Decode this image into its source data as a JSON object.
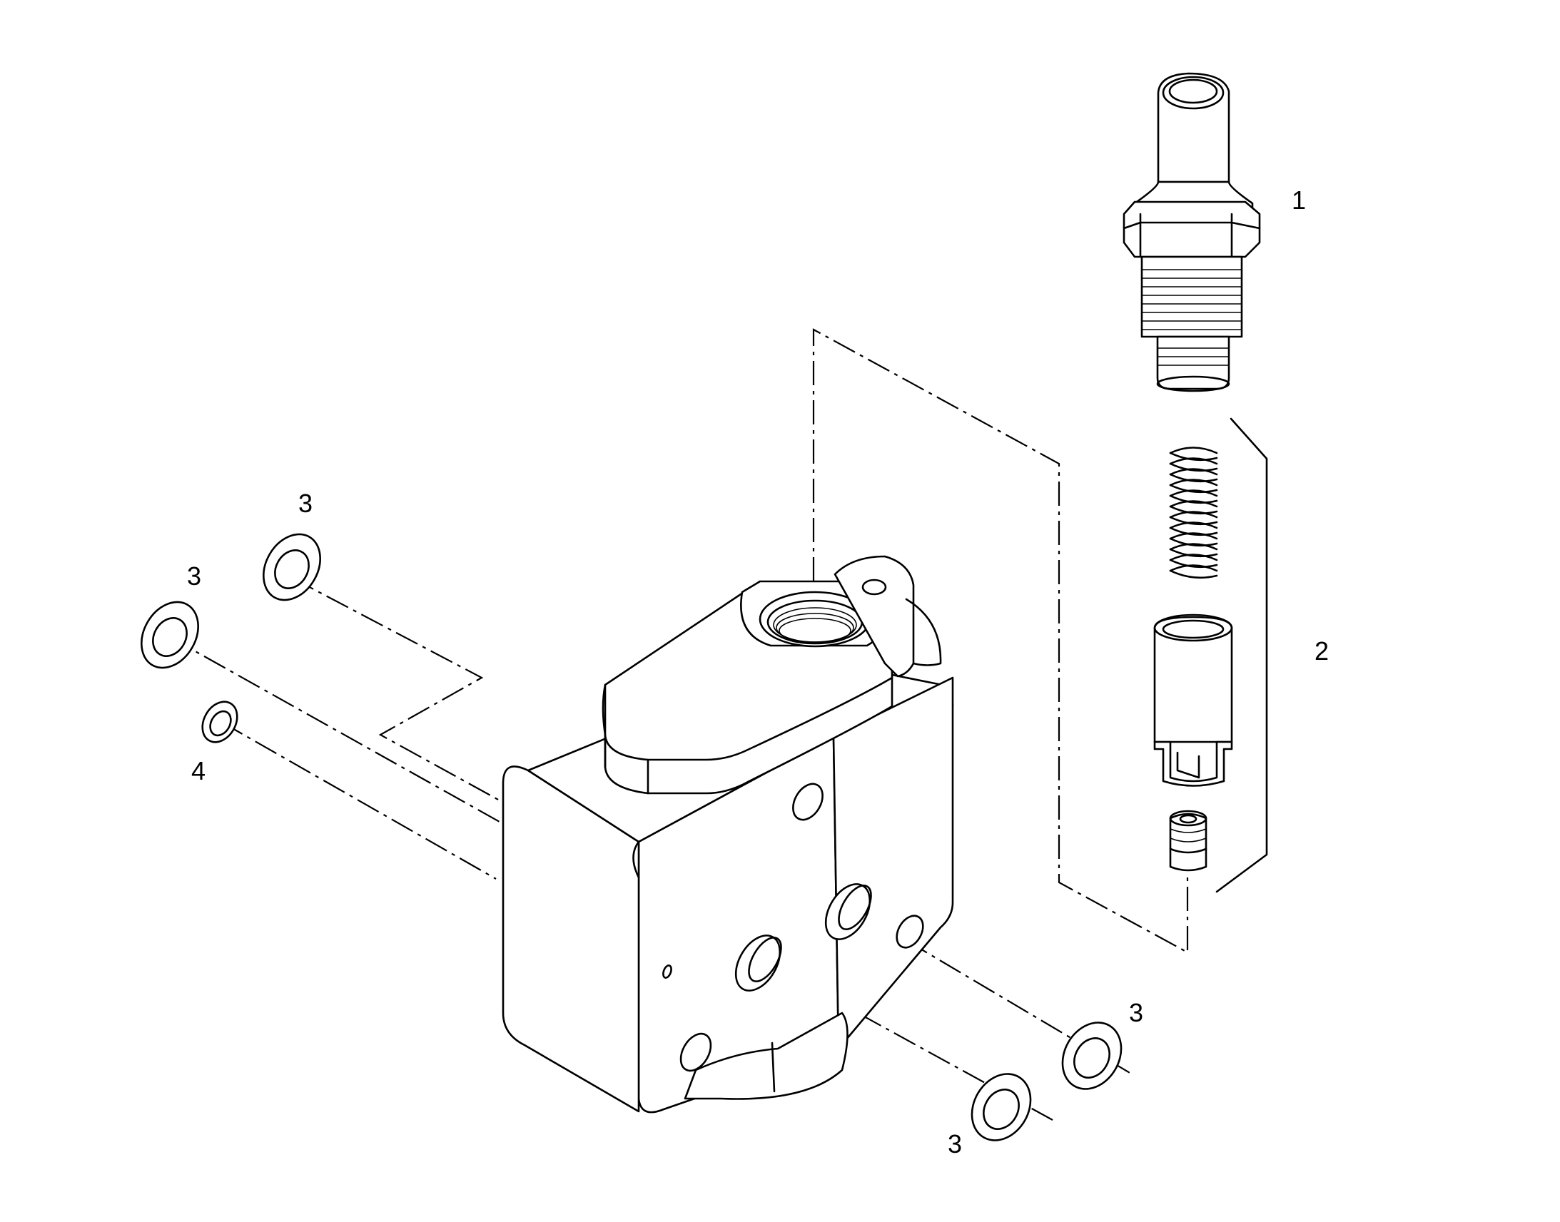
{
  "callouts": {
    "c1": "1",
    "c2": "2",
    "c3a": "3",
    "c3b": "3",
    "c3c": "3",
    "c3d": "3",
    "c4": "4"
  },
  "colors": {
    "line": "#000000",
    "background": "#ffffff"
  }
}
